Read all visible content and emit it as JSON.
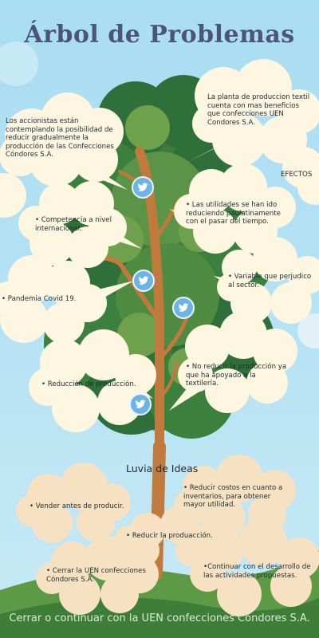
{
  "title": "Árbol de Problemas",
  "notes": {
    "accionistas": "Los accionistas están contemplando la posibilidad de reducir gradualmente la producción de las Confecciones Cóndores S.A.",
    "planta": "La planta de produccion  textil cuenta con mas beneficios que confecciones UEN Condores S.A.",
    "efectos": "EFECTOS",
    "utilidades": "• Las utilidades se han ido reduciendo paulatinamente con el pasar del tiempo.",
    "competencia": "• Competencia a nivel internacional.",
    "variable": "• Variable que perjudico al sector.",
    "pandemia": "• Pandemia Covid 19.",
    "no_reducir": "• No reducir la producción ya que ha apoyado a la textilería.",
    "reduccion": "• Reducción de producción."
  },
  "brainstorm_title": "Luvia de Ideas",
  "ideas": {
    "vender": "• Vender antes de producir.",
    "reducir_costos": "• Reducir costos en cuanto a inventarios, para obtener mayor utilidad.",
    "reducir_produccion": "• Reducir la produacción.",
    "cerrar": "• Cerrar la UEN confecciones Cóndores S.A.",
    "continuar": "•Continuar con el desarrollo de las actividades propuestas."
  },
  "footer": "Cerrar o continuar con la UEN confecciones Cóndores S.A.",
  "icons": [
    "twitter-icon",
    "twitter-icon",
    "twitter-icon",
    "twitter-icon"
  ],
  "colors": {
    "sky": "#b7e3f4",
    "title": "#4d5478",
    "foliage_dark": "#2f6f3a",
    "foliage_light": "#6fa04c",
    "trunk": "#c07a3e",
    "cloud": "#fdf6e1",
    "idea_cloud": "#f6e2c2",
    "ground": "#3f8a3d"
  }
}
